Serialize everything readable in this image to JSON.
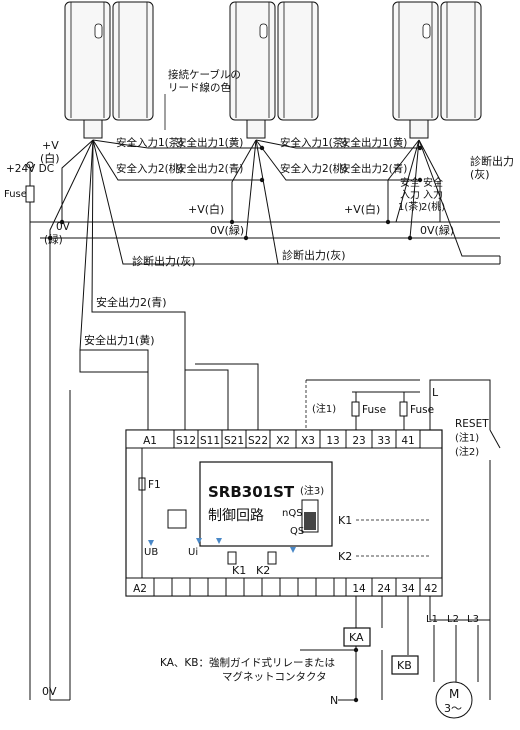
{
  "sensors": {
    "count": 3
  },
  "wiring": {
    "cable_lead_note": "接続ケーブルの\nリード線の色",
    "sensor1": {
      "plus_v": "+V",
      "plus_v_color": "(白)",
      "safety_in_1": "安全入力1(茶)",
      "safety_out_1": "安全出力1(黄)",
      "safety_in_2": "安全入力2(桃)",
      "safety_out_2": "安全出力2(青)"
    },
    "sensor2": {
      "safety_in_1": "安全入力1(茶)",
      "safety_out_1": "安全出力1(黄)",
      "safety_in_2": "安全入力2(桃)",
      "safety_out_2": "安全出力2(青)",
      "plus_v": "+V(白)",
      "zero_v": "0V(緑)"
    },
    "sensor3": {
      "safety_in_1_short": "安全\n入力\n1(茶)",
      "safety_in_2_short": "安全\n入力\n2(桃)",
      "plus_v": "+V(白)",
      "zero_v": "0V(緑)",
      "diag_out": "診断出力\n(灰)"
    },
    "supply": "+24V DC",
    "fuse": "Fuse",
    "zero_v_label": "0V",
    "zero_v_color": "(緑)",
    "diag_out_1": "診断出力(灰)",
    "diag_out_2": "診断出力(灰)",
    "safety_out_2_line": "安全出力2(青)",
    "safety_out_1_line": "安全出力1(黄)",
    "zero_v_bottom": "0V",
    "note_1_mark": "(注1)",
    "fuse_13": "Fuse",
    "fuse_33": "Fuse",
    "L": "L",
    "N": "N"
  },
  "controller": {
    "terminals_top": [
      "A1",
      "S12",
      "S11",
      "S21",
      "S22",
      "X2",
      "X3",
      "13",
      "23",
      "33",
      "41"
    ],
    "terminals_bottom": [
      "A2",
      "14",
      "24",
      "34",
      "42"
    ],
    "model": "SRB301ST",
    "note_3": "(注3)",
    "control_circuit": "制御回路",
    "nqs": "nQS",
    "qs": "QS",
    "f1": "F1",
    "ub": "UB",
    "ui": "Ui",
    "k1": "K1",
    "k2": "K2",
    "k1_contacts": "K1",
    "k2_contacts": "K2"
  },
  "reset": {
    "label": "RESET",
    "note1": "(注1)",
    "note2": "(注2)"
  },
  "relays": {
    "ka": "KA",
    "kb": "KB",
    "phases": [
      "L1",
      "L2",
      "L3"
    ],
    "note": "KA、KB：強制ガイド式リレーまたは\nマグネットコンタクタ"
  },
  "motor": {
    "label": "M",
    "sub": "3～"
  },
  "colors": {
    "line": "#111111",
    "led": "#4a88c7"
  }
}
